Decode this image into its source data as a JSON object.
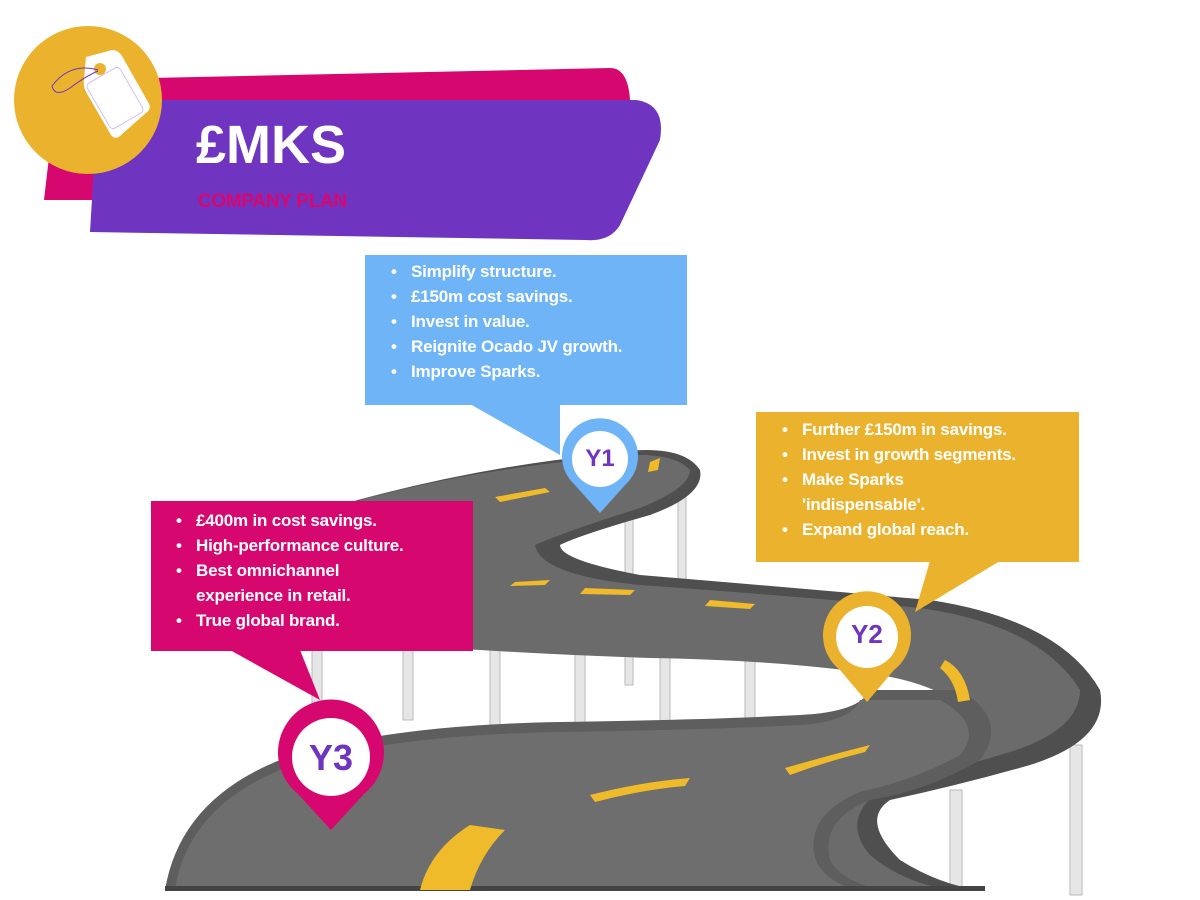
{
  "header": {
    "title": "£MKS",
    "subtitle": "COMPANY PLAN",
    "icon": "price-tag-icon"
  },
  "colors": {
    "gold": "#ebb32d",
    "magenta": "#d6086f",
    "purple": "#6f35c0",
    "sky_blue": "#6eb4f7",
    "road_dark": "#5a5a5a",
    "road_light": "#6e6e6e",
    "lane_yellow": "#efbb2a",
    "pillar": "#e6e6e6"
  },
  "milestones": [
    {
      "label": "Y1",
      "color": "#6eb4f7",
      "points": [
        "Simplify structure.",
        "£150m cost savings.",
        "Invest in value.",
        "Reignite Ocado JV growth.",
        "Improve Sparks."
      ]
    },
    {
      "label": "Y2",
      "color": "#ebb32d",
      "points": [
        "Further £150m in savings.",
        "Invest in growth segments.",
        "Make Sparks 'indispensable'.",
        "Expand global reach."
      ]
    },
    {
      "label": "Y3",
      "color": "#d6086f",
      "points": [
        "£400m in cost savings.",
        "High-performance culture.",
        "Best omnichannel experience in retail.",
        "True global brand."
      ]
    }
  ]
}
